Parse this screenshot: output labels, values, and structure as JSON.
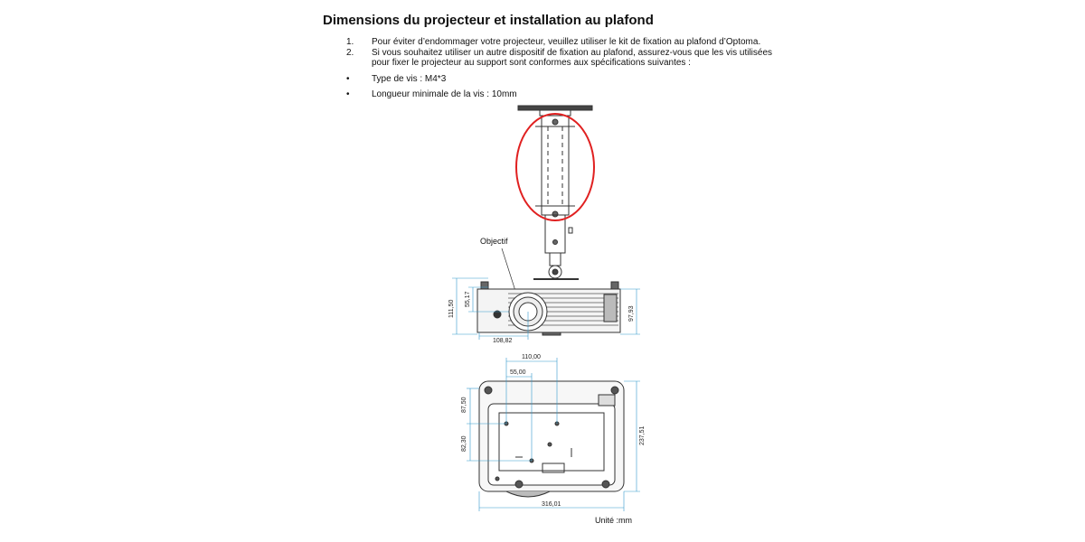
{
  "page_title": "Dimensions du projecteur et installation au plafond",
  "numbered_items": [
    {
      "marker": "1.",
      "lines": [
        "Pour éviter d’endommager votre projecteur, veuillez utiliser le kit de fixation au plafond d’Optoma."
      ]
    },
    {
      "marker": "2.",
      "lines": [
        "Si vous souhaitez utiliser un autre dispositif de fixation au plafond, assurez-vous que les vis utilisées",
        "pour fixer le projecteur au support sont conformes aux spécifications suivantes :"
      ]
    }
  ],
  "bullets": [
    {
      "marker": "•",
      "text": "Type de vis : M4*3"
    },
    {
      "marker": "•",
      "text": "Longueur minimale de la vis : 10mm"
    }
  ],
  "diagram": {
    "lens_label": "Objectif",
    "front_view": {
      "height_total": "111,50",
      "height_lens": "55,17",
      "height_right": "97,93",
      "width_lens": "108,82"
    },
    "bottom_view": {
      "width_110": "110,00",
      "width_55": "55,00",
      "height_87": "87,50",
      "height_82": "82,30",
      "height_total": "237,51",
      "width_total": "316,01"
    },
    "unit_label": "Unité :mm",
    "colors": {
      "highlight": "#e02020",
      "dimension": "#3399cc",
      "outline": "#333333"
    }
  }
}
